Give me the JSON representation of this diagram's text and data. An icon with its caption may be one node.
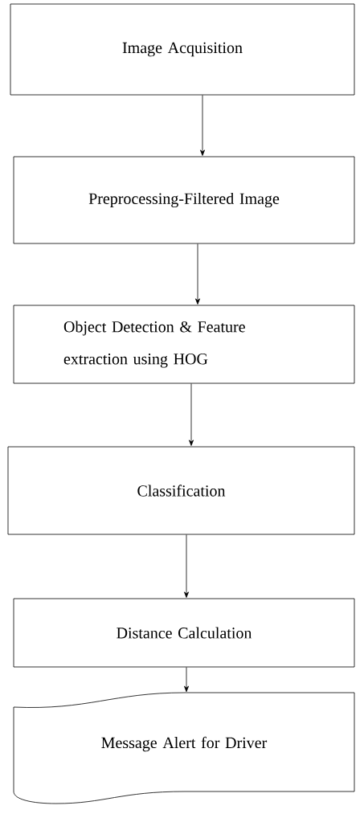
{
  "diagram": {
    "nodes": [
      {
        "text": [
          "Image Acquisition"
        ]
      },
      {
        "text": [
          "Preprocessing-Filtered Image"
        ]
      },
      {
        "text": [
          "Object Detection & Feature extraction using HOG"
        ]
      },
      {
        "text": [
          "Classification"
        ]
      },
      {
        "text": [
          "Distance Calculation"
        ]
      },
      {
        "text": [
          "Message Alert for Driver"
        ]
      }
    ],
    "edges": [
      {
        "from": 0,
        "to": 1,
        "arrow": "to"
      },
      {
        "from": 1,
        "to": 2,
        "arrow": "to"
      },
      {
        "from": 2,
        "to": 3,
        "arrow": "to"
      },
      {
        "from": 3,
        "to": 4,
        "arrow": "to"
      },
      {
        "from": 4,
        "to": 5,
        "arrow": "to"
      }
    ]
  }
}
